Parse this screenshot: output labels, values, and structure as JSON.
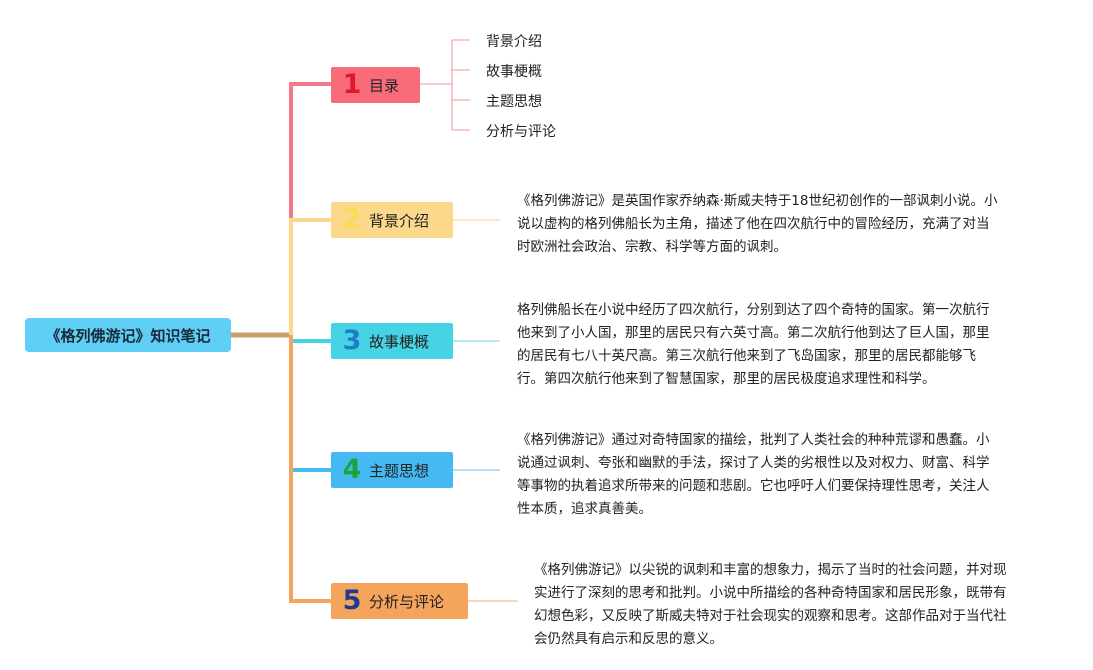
{
  "root": {
    "title": "《格列佛游记》知识笔记"
  },
  "colors": {
    "root": "#5fcff5",
    "branch1": "#f86c79",
    "branch2": "#fbd88a",
    "branch3": "#46d4e4",
    "branch4": "#46b9f3",
    "branch5": "#f5a45c",
    "root_connector": "#c9a06a"
  },
  "branches": [
    {
      "num": "1",
      "label": "目录"
    },
    {
      "num": "2",
      "label": "背景介绍"
    },
    {
      "num": "3",
      "label": "故事梗概"
    },
    {
      "num": "4",
      "label": "主题思想"
    },
    {
      "num": "5",
      "label": "分析与评论"
    }
  ],
  "toc": [
    "背景介绍",
    "故事梗概",
    "主题思想",
    "分析与评论"
  ],
  "details": {
    "background": [
      "《格列佛游记》是英国作家乔纳森·斯威夫特于18世纪初创作的一部讽刺小说。小",
      "说以虚构的格列佛船长为主角，描述了他在四次航行中的冒险经历，充满了对当",
      "时欧洲社会政治、宗教、科学等方面的讽刺。"
    ],
    "story": [
      "格列佛船长在小说中经历了四次航行，分别到达了四个奇特的国家。第一次航行",
      "他来到了小人国，那里的居民只有六英寸高。第二次航行他到达了巨人国，那里",
      "的居民有七八十英尺高。第三次航行他来到了飞岛国家，那里的居民都能够飞",
      "行。第四次航行他来到了智慧国家，那里的居民极度追求理性和科学。"
    ],
    "theme": [
      "《格列佛游记》通过对奇特国家的描绘，批判了人类社会的种种荒谬和愚蠢。小",
      "说通过讽刺、夸张和幽默的手法，探讨了人类的劣根性以及对权力、财富、科学",
      "等事物的执着追求所带来的问题和悲剧。它也呼吁人们要保持理性思考，关注人",
      "性本质，追求真善美。"
    ],
    "analysis": [
      "《格列佛游记》以尖锐的讽刺和丰富的想象力，揭示了当时的社会问题，并对现",
      "实进行了深刻的思考和批判。小说中所描绘的各种奇特国家和居民形象，既带有",
      "幻想色彩，又反映了斯威夫特对于社会现实的观察和思考。这部作品对于当代社",
      "会仍然具有启示和反思的意义。"
    ]
  }
}
